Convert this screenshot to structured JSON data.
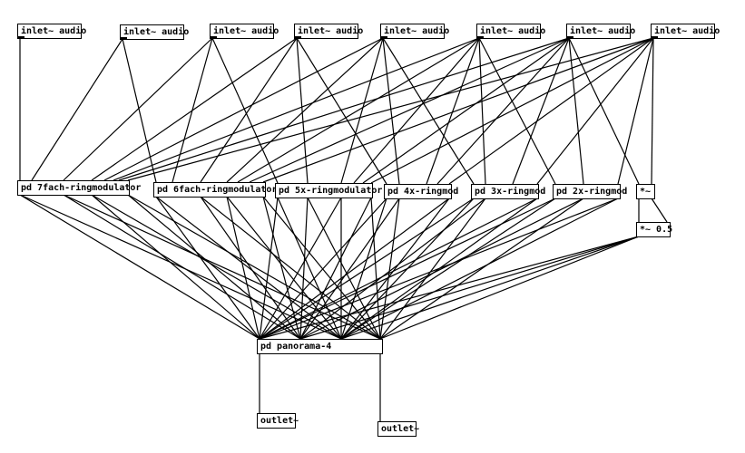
{
  "objects": {
    "inlet1": "inlet~ audio",
    "inlet2": "inlet~ audio",
    "inlet3": "inlet~ audio",
    "inlet4": "inlet~ audio",
    "inlet5": "inlet~ audio",
    "inlet6": "inlet~ audio",
    "inlet7": "inlet~ audio",
    "inlet8": "inlet~ audio",
    "ring7": "pd 7fach-ringmodulator",
    "ring6": "pd 6fach-ringmodulator",
    "ring5": "pd 5x-ringmodulator",
    "ring4": "pd 4x-ringmod",
    "ring3": "pd 3x-ringmod",
    "ring2": "pd 2x-ringmod",
    "mul": "*~",
    "mulHalf": "*~ 0.5",
    "panorama": "pd panorama-4",
    "outletL": "outlet~",
    "outletR": "outlet~"
  },
  "colors": {
    "wire": "#000000",
    "box_border": "#000000",
    "background": "#ffffff"
  }
}
